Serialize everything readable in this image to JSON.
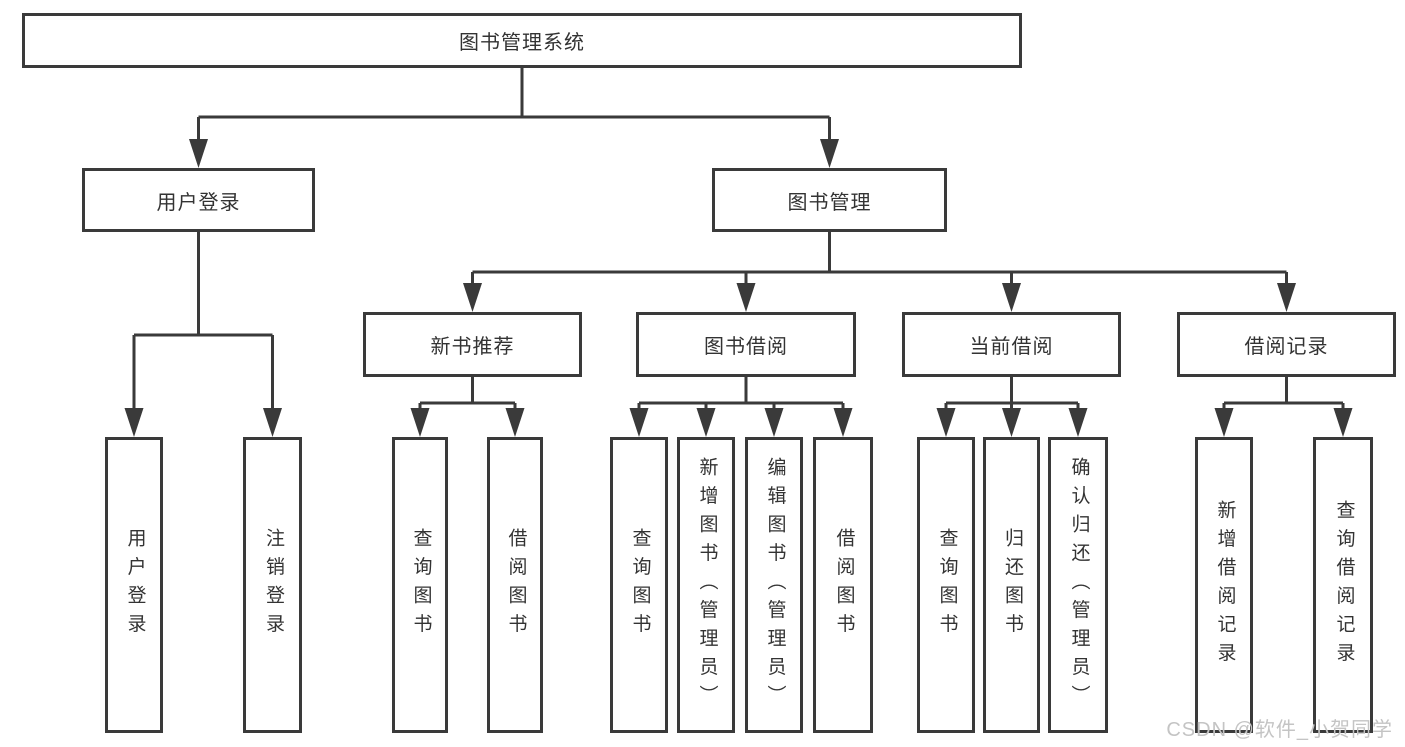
{
  "diagram": {
    "type": "hierarchy-tree",
    "line_color": "#3a3a3a",
    "text_color": "#333333",
    "background": "#ffffff",
    "nodes": {
      "root": {
        "label": "图书管理系统"
      },
      "user_login": {
        "label": "用户登录"
      },
      "book_mgmt": {
        "label": "图书管理"
      },
      "new_book_rec": {
        "label": "新书推荐"
      },
      "book_borrow": {
        "label": "图书借阅"
      },
      "current_borrow": {
        "label": "当前借阅"
      },
      "borrow_records": {
        "label": "借阅记录"
      },
      "leaf_user_login": {
        "label": "用户登录"
      },
      "leaf_logout": {
        "label": "注销登录"
      },
      "leaf_query_book_1": {
        "label": "查询图书"
      },
      "leaf_borrow_book_1": {
        "label": "借阅图书"
      },
      "leaf_query_book_2": {
        "label": "查询图书"
      },
      "leaf_add_book": {
        "label": "新增图书（管理员）"
      },
      "leaf_edit_book": {
        "label": "编辑图书（管理员）"
      },
      "leaf_borrow_book_2": {
        "label": "借阅图书"
      },
      "leaf_query_book_3": {
        "label": "查询图书"
      },
      "leaf_return_book": {
        "label": "归还图书"
      },
      "leaf_confirm_return": {
        "label": "确认归还（管理员）"
      },
      "leaf_add_record": {
        "label": "新增借阅记录"
      },
      "leaf_query_record": {
        "label": "查询借阅记录"
      }
    },
    "edges": [
      "root->user_login",
      "root->book_mgmt",
      "user_login->leaf_user_login",
      "user_login->leaf_logout",
      "book_mgmt->new_book_rec",
      "book_mgmt->book_borrow",
      "book_mgmt->current_borrow",
      "book_mgmt->borrow_records",
      "new_book_rec->leaf_query_book_1",
      "new_book_rec->leaf_borrow_book_1",
      "book_borrow->leaf_query_book_2",
      "book_borrow->leaf_add_book",
      "book_borrow->leaf_edit_book",
      "book_borrow->leaf_borrow_book_2",
      "current_borrow->leaf_query_book_3",
      "current_borrow->leaf_return_book",
      "current_borrow->leaf_confirm_return",
      "borrow_records->leaf_add_record",
      "borrow_records->leaf_query_record"
    ],
    "watermark": {
      "text": "CSDN @软件_小贺同学",
      "color": "#c4c4c4"
    }
  }
}
